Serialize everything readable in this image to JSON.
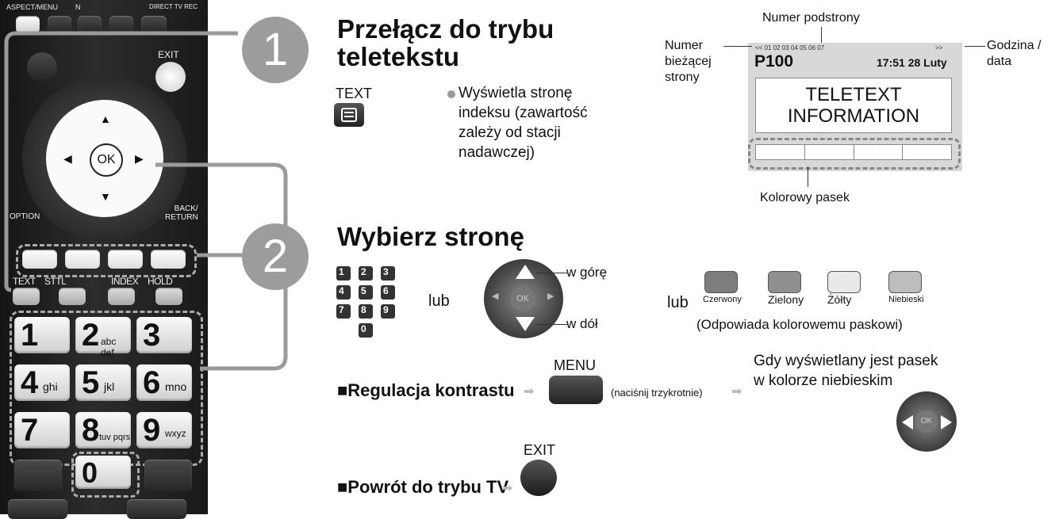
{
  "remote": {
    "top_labels": [
      "ASPECT/MENU",
      "N",
      "DIRECT TV REC"
    ],
    "exit_label": "EXIT",
    "ok_label": "OK",
    "option_label": "OPTION",
    "back_label": "BACK/\nRETURN",
    "fn_labels": [
      "TEXT",
      "STTL",
      "INDEX",
      "HOLD"
    ],
    "keys": [
      {
        "digit": "1",
        "sub": ""
      },
      {
        "digit": "2",
        "sub": "abc def"
      },
      {
        "digit": "3",
        "sub": ""
      },
      {
        "digit": "4",
        "sub": "ghi"
      },
      {
        "digit": "5",
        "sub": "jkl"
      },
      {
        "digit": "6",
        "sub": "mno"
      },
      {
        "digit": "7",
        "sub": ""
      },
      {
        "digit": "8",
        "sub": "tuv pqrs"
      },
      {
        "digit": "9",
        "sub": "wxyz"
      },
      {
        "digit": "0",
        "sub": ""
      }
    ]
  },
  "step1": {
    "number": "1",
    "heading_line1": "Przełącz do trybu",
    "heading_line2": "teletekstu",
    "text_key_label": "TEXT",
    "desc": [
      "Wyświetla stronę",
      "indeksu (zawartość",
      "zależy od stacji",
      "nadawczej)"
    ]
  },
  "diagram": {
    "subpage_label": "Numer podstrony",
    "subpage_row": "<< 01 02 03 04 05 06 07",
    "subpage_more": ">>",
    "page_number": "P100",
    "clock": "17:51 28 Luty",
    "screen_line1": "TELETEXT",
    "screen_line2": "INFORMATION",
    "current_page_label": [
      "Numer",
      "bieżącej",
      "strony"
    ],
    "time_label": [
      "Godzina /",
      "data"
    ],
    "color_bar_label": "Kolorowy pasek"
  },
  "step2": {
    "number": "2",
    "heading": "Wybierz stronę",
    "numpad": [
      "1",
      "2",
      "3",
      "4",
      "5",
      "6",
      "7",
      "8",
      "9",
      "0"
    ],
    "or1": "lub",
    "or2": "lub",
    "up_label": "w górę",
    "down_label": "w dół",
    "ok_label": "OK",
    "colors": [
      {
        "name": "Czerwony",
        "hex": "#7d7d7d"
      },
      {
        "name": "Zielony",
        "hex": "#8f8f8f"
      },
      {
        "name": "Żółty",
        "hex": "#e9e9e9"
      },
      {
        "name": "Niebieski",
        "hex": "#bdbdbd"
      }
    ],
    "colors_note": "(Odpowiada kolorowemu paskowi)"
  },
  "contrast": {
    "label": "Regulacja kontrastu",
    "menu_label": "MENU",
    "press_note": "(naciśnij trzykrotnie)",
    "blue_line1": "Gdy wyświetlany jest pasek",
    "blue_line2": "w kolorze niebieskim"
  },
  "return_tv": {
    "label": "Powrót do trybu TV",
    "exit_label": "EXIT"
  }
}
